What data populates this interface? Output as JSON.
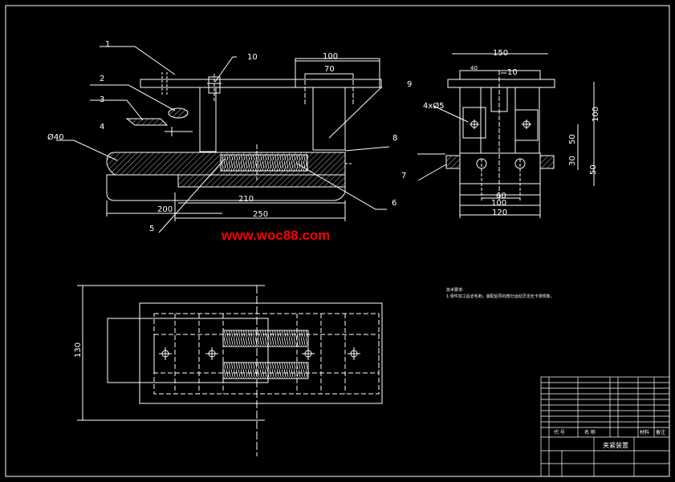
{
  "callouts": [
    "1",
    "2",
    "3",
    "4",
    "5",
    "6",
    "7",
    "8",
    "9",
    "10"
  ],
  "dimensions": {
    "front": {
      "d40": "Ø40",
      "w100": "100",
      "w70": "70",
      "w210": "210",
      "w200": "200",
      "w250": "250"
    },
    "side": {
      "w150": "150",
      "w40": "40",
      "c10": "10",
      "holes": "4xØ5",
      "h100": "100",
      "h50": "50",
      "h30": "30",
      "h50b": "50",
      "w60": "60",
      "w100": "100",
      "w120": "120"
    },
    "top": {
      "h130": "130"
    }
  },
  "watermark": "www.woc88.com",
  "notes": {
    "title": "技术要求:",
    "line1": "1.零件加工后去毛刺，装配后导向部分运动灵活无卡滞现象。"
  },
  "title_block": {
    "col_code": "代 号",
    "col_name": "名 称",
    "drawing_name": "夹紧装置",
    "col_material": "材料",
    "col_remark": "备注"
  },
  "colors": {
    "background": "#000000",
    "lines": "#ffffff",
    "watermark": "#ff0000"
  }
}
